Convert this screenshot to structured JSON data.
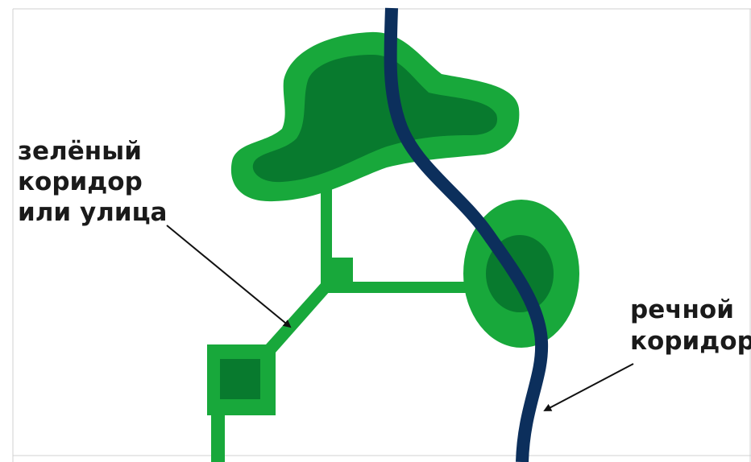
{
  "labels": {
    "green_corridor": [
      "зелёный",
      "коридор",
      "или улица"
    ],
    "river_corridor": [
      "речной",
      "коридор"
    ]
  },
  "colors": {
    "park_light": "#18a83b",
    "park_dark": "#087a2e",
    "river": "#0c2f5c",
    "arrow": "#111111",
    "frame": "#d0d0d0"
  }
}
